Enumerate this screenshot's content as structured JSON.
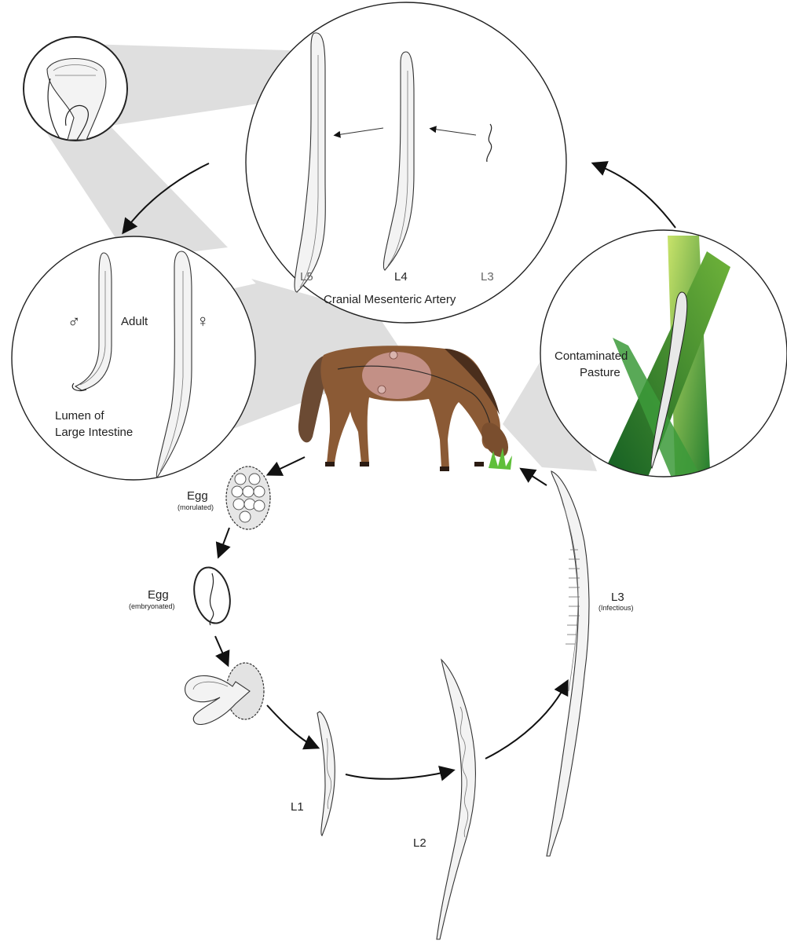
{
  "labels": {
    "top_circle": {
      "l5": "L5",
      "l4": "L4",
      "l3": "L3",
      "site": "Cranial Mesenteric Artery"
    },
    "left_circle": {
      "male_symbol": "♂",
      "adult": "Adult",
      "female_symbol": "♀",
      "site_line1": "Lumen of",
      "site_line2": "Large Intestine"
    },
    "right_circle": {
      "line1": "Contaminated",
      "line2": "Pasture"
    },
    "egg_morulated": {
      "title": "Egg",
      "sub": "(morulated)"
    },
    "egg_embryonated": {
      "title": "Egg",
      "sub": "(embryonated)"
    },
    "larvae": {
      "l1": "L1",
      "l2": "L2",
      "l3": "L3",
      "l3_sub": "(Infectious)"
    }
  },
  "colors": {
    "zoom_cone": "#d9d9d9",
    "horse_body": "#8b5a35",
    "horse_dark": "#4a2e1c",
    "intestine": "#c9968f",
    "grass_light": "#b5d94a",
    "grass_dark": "#2e7d32"
  }
}
